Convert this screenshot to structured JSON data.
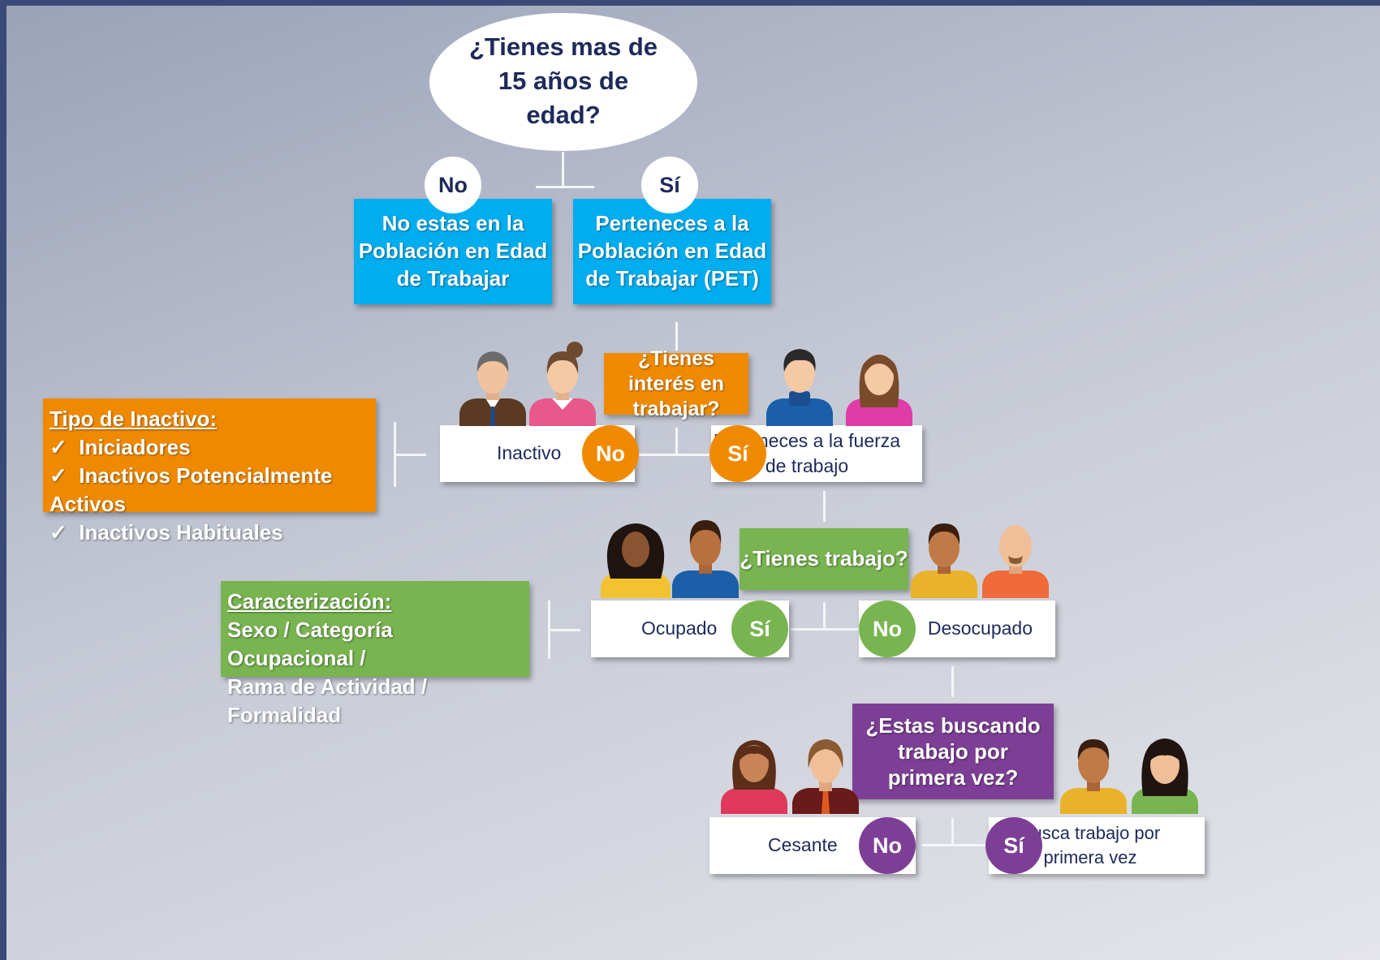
{
  "nodes": {
    "q_age": "¿Tienes mas de 15 años de edad?",
    "no_pet": "No estas en la Población en Edad de Trabajar",
    "pet": "Perteneces a la Población en Edad de Trabajar (PET)",
    "q_interest": "¿Tienes interés en trabajar?",
    "inactive": "Inactivo",
    "labor_force": "Perteneces a la fuerza de trabajo",
    "q_job": "¿Tienes trabajo?",
    "employed": "Ocupado",
    "unemployed": "Desocupado",
    "q_first": "¿Estas buscando trabajo por primera vez?",
    "laid_off": "Cesante",
    "first_job": "Busca trabajo  por primera vez"
  },
  "answers": {
    "no": "No",
    "yes": "Sí"
  },
  "inactive_types": {
    "title": "Tipo de Inactivo:",
    "items": [
      "Iniciadores",
      "Inactivos Potencialmente Activos",
      "Inactivos Habituales"
    ]
  },
  "characterization": {
    "title": "Caracterización:",
    "line1": "Sexo / Categoría Ocupacional  /",
    "line2": "Rama de Actividad / Formalidad"
  },
  "check_icon": "✓",
  "colors": {
    "blue": "#00adef",
    "orange": "#ef8a00",
    "green": "#78b450",
    "purple": "#7d3f95",
    "navy": "#1d2a5a"
  }
}
